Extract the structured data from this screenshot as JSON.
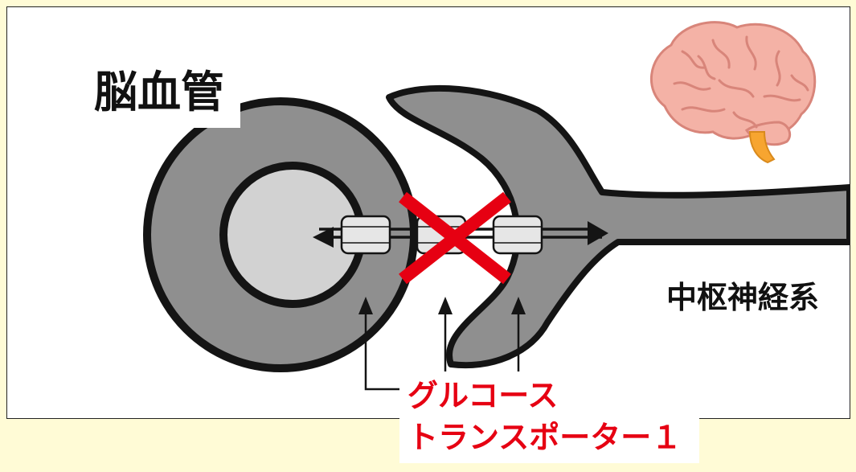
{
  "labels": {
    "brain_vessel": "脳血管",
    "central_nervous_system": "中枢神経系",
    "transporter_line1": "グルコース",
    "transporter_line2": "トランスポーター１"
  },
  "icons": {
    "brain": "brain-icon",
    "blocked": "cross-mark-icon"
  },
  "colors": {
    "background": "#fffbd6",
    "vessel_wall": "#8f8f8f",
    "lumen": "#d2d2d2",
    "outline": "#141414",
    "cross": "#e60012",
    "label_red": "#e60012"
  }
}
